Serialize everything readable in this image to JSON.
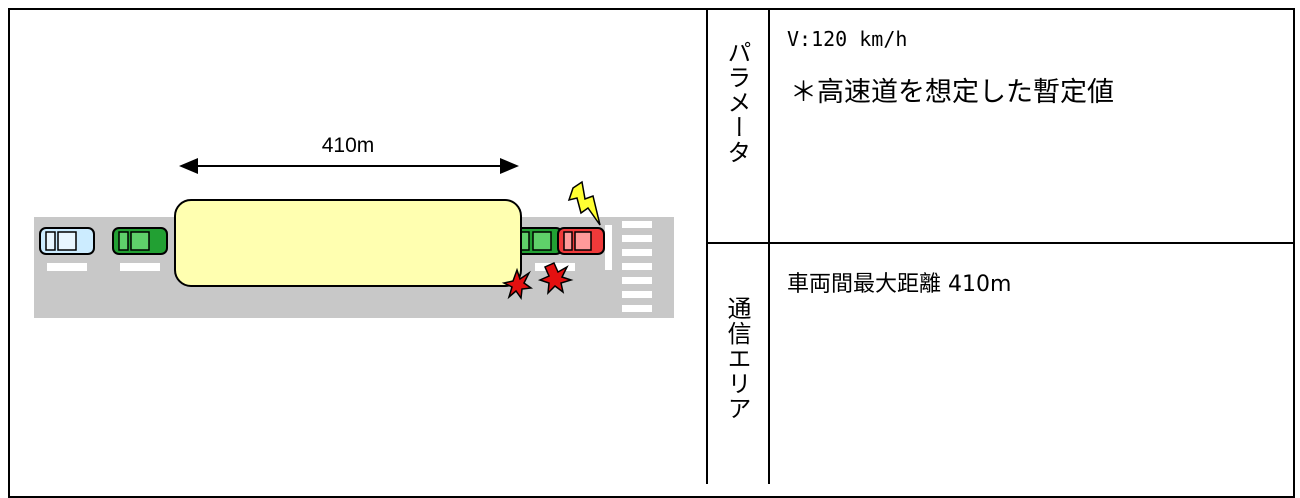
{
  "diagram": {
    "distance_label": "410m"
  },
  "table": {
    "row1_header": "パラメータ",
    "row1_speed": "V:120 km/h",
    "row1_note": "＊高速道を想定した暫定値",
    "row2_header": "通信エリア",
    "row2_value": "車両間最大距離 410m"
  },
  "colors": {
    "road": "#c8c8c8",
    "truck": "#ffffb0",
    "car_light_blue": "#ccecff",
    "car_green": "#22a033",
    "car_red": "#ef3a3a",
    "lightning": "#ffff33",
    "crash": "#e41010"
  },
  "icons": [
    "lightning-icon",
    "crash-icon"
  ]
}
